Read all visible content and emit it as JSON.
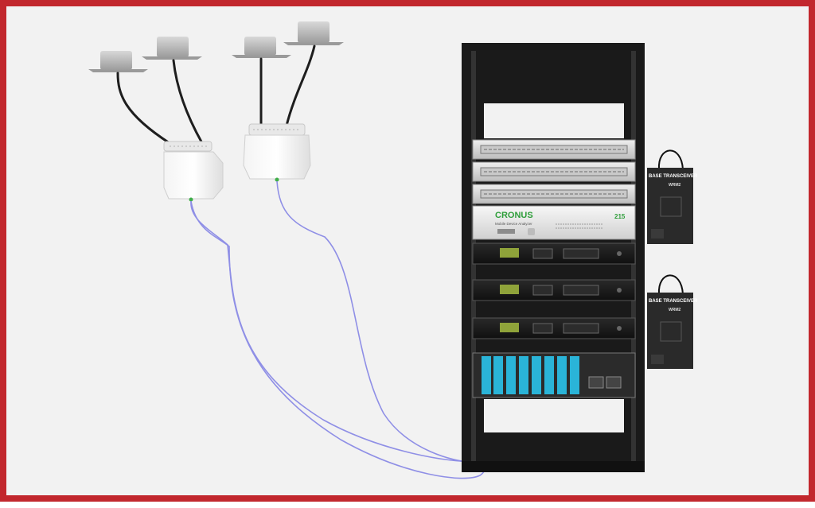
{
  "colors": {
    "frame": "#c2272d",
    "background": "#f2f2f2",
    "fiber": "#8f8fe6",
    "cronus_green": "#2e9e3a",
    "card_blue": "#2ab4d8",
    "rack": "#1a1a1a"
  },
  "cronus_unit": {
    "brand": "CRONUS",
    "model": "215",
    "subtitle": "Mobile Device Analyzer"
  },
  "transceivers": [
    {
      "title": "BASE TRANSCEIVER",
      "model": "WRM2"
    },
    {
      "title": "BASE TRANSCEIVER",
      "model": "WRM2"
    }
  ],
  "icons": [
    "ceiling-antenna-icon",
    "remote-unit-icon",
    "fiber-cable-icon",
    "equipment-rack-icon"
  ]
}
